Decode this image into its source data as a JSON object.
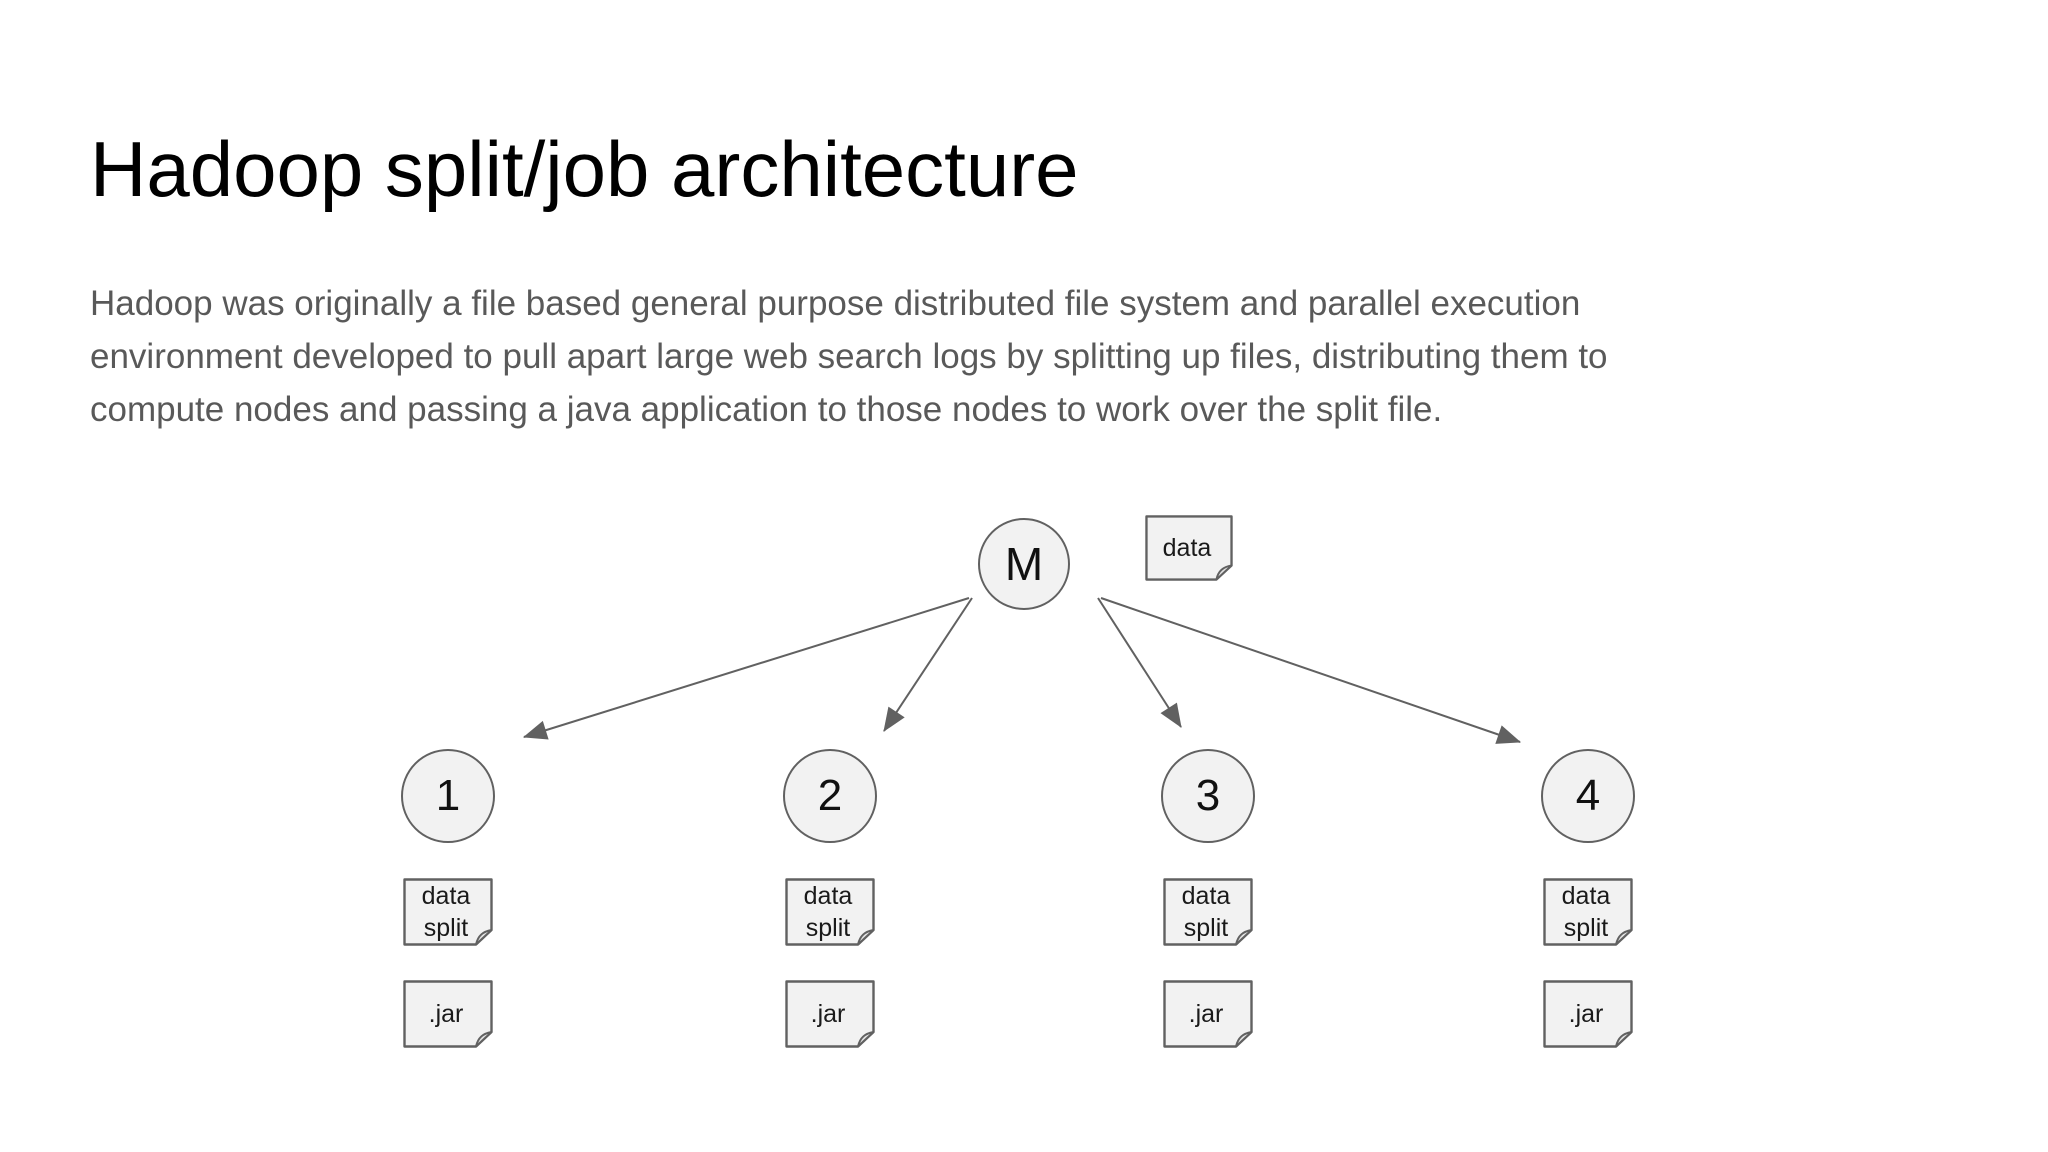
{
  "slide": {
    "title": "Hadoop split/job architecture",
    "body_lines": {
      "line1": "Hadoop was originally a file based general purpose distributed file system and parallel execution",
      "line2": "environment developed to pull apart large web search logs by splitting up files, distributing them to",
      "line3": "compute nodes and passing a java application to those nodes to work over the split file."
    }
  },
  "diagram": {
    "master": {
      "label": "M"
    },
    "master_data_doc": {
      "label": "data"
    },
    "workers": [
      {
        "label": "1",
        "split_doc_lines": [
          "data",
          "split"
        ],
        "jar_label": ".jar"
      },
      {
        "label": "2",
        "split_doc_lines": [
          "data",
          "split"
        ],
        "jar_label": ".jar"
      },
      {
        "label": "3",
        "split_doc_lines": [
          "data",
          "split"
        ],
        "jar_label": ".jar"
      },
      {
        "label": "4",
        "split_doc_lines": [
          "data",
          "split"
        ],
        "jar_label": ".jar"
      }
    ]
  },
  "colors": {
    "background": "#ffffff",
    "title_text": "#000000",
    "body_text": "#595959",
    "shape_fill": "#f2f2f2",
    "shape_stroke": "#616161",
    "arrow": "#616161"
  }
}
